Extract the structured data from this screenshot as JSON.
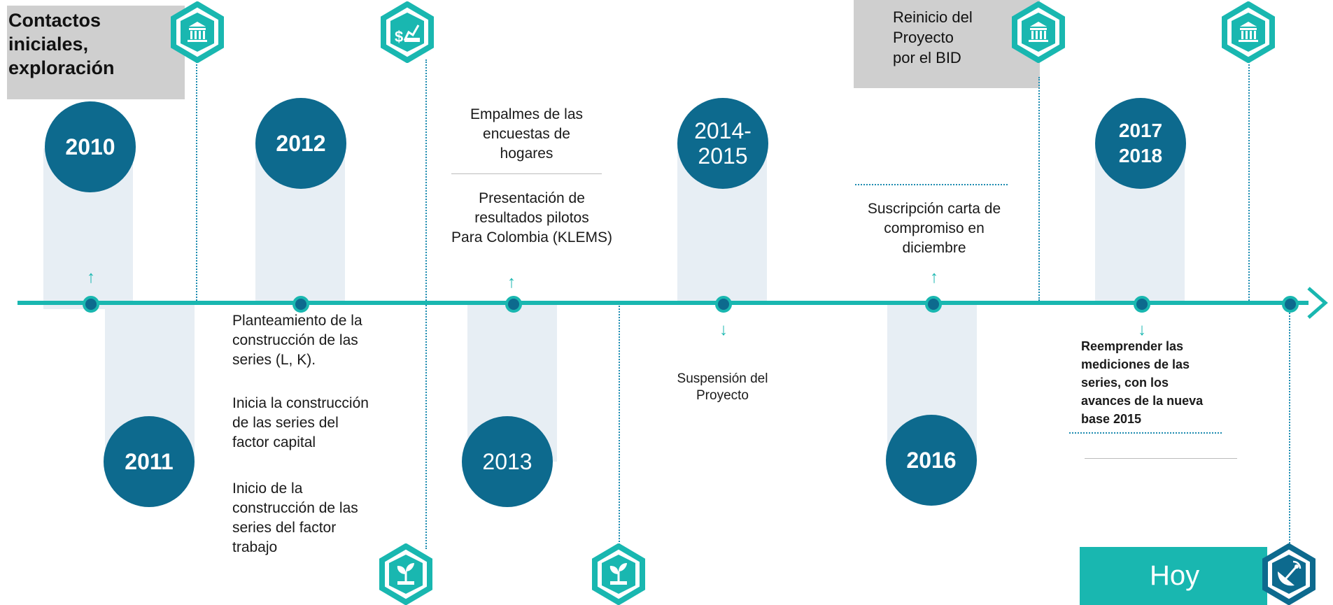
{
  "colors": {
    "teal": "#19b7b0",
    "navy": "#0d6a8e",
    "band": "#e7eef4",
    "grey": "#cfcfcf"
  },
  "header_box_left": {
    "lines": [
      "Contactos",
      "iniciales,",
      "exploración"
    ]
  },
  "header_box_right": {
    "lines": [
      "Reinicio del",
      "Proyecto",
      "por el BID"
    ]
  },
  "years": {
    "y2010": "2010",
    "y2011": "2011",
    "y2012": "2012",
    "y2013": "2013",
    "y2014_l1": "2014-",
    "y2014_l2": "2015",
    "y2016": "2016",
    "y2017_l1": "2017",
    "y2017_l2": "2018"
  },
  "texts": {
    "empalmes": [
      "Empalmes de las",
      "encuestas de",
      "hogares"
    ],
    "presentacion": [
      "Presentación de",
      "resultados pilotos",
      "Para Colombia (KLEMS)"
    ],
    "planteamiento": [
      "Planteamiento de la",
      "construcción de las",
      "series (L, K)."
    ],
    "inicia_capital": [
      "Inicia la construcción",
      "de las series del",
      "factor  capital"
    ],
    "inicio_trabajo": [
      "Inicio de la",
      "construcción de las",
      "series del factor",
      "trabajo"
    ],
    "suspension": [
      "Suspensión del",
      "Proyecto"
    ],
    "suscripcion": [
      "Suscripción carta de",
      "compromiso en",
      "diciembre"
    ],
    "reemprender": [
      "Reemprender las",
      "mediciones de las",
      "series, con los",
      "avances de la nueva",
      "base 2015"
    ]
  },
  "hoy_label": "Hoy",
  "icons": [
    "bank-icon",
    "money-chart-icon",
    "bank-icon",
    "bank-icon",
    "plant-icon",
    "plant-icon",
    "satellite-icon"
  ]
}
